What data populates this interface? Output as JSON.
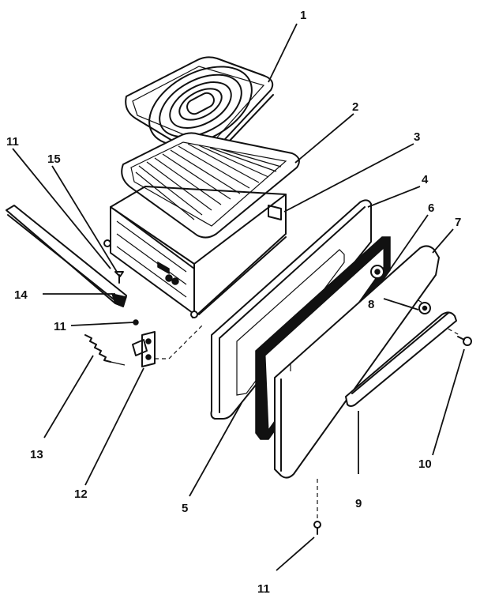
{
  "callouts": [
    {
      "key": "1",
      "label": "1"
    },
    {
      "key": "2",
      "label": "2"
    },
    {
      "key": "3",
      "label": "3"
    },
    {
      "key": "4",
      "label": "4"
    },
    {
      "key": "5",
      "label": "5"
    },
    {
      "key": "6",
      "label": "6"
    },
    {
      "key": "7",
      "label": "7"
    },
    {
      "key": "8",
      "label": "8"
    },
    {
      "key": "9",
      "label": "9"
    },
    {
      "key": "10",
      "label": "10"
    },
    {
      "key": "11a",
      "label": "11"
    },
    {
      "key": "11b",
      "label": "11"
    },
    {
      "key": "11c",
      "label": "11"
    },
    {
      "key": "12",
      "label": "12"
    },
    {
      "key": "13",
      "label": "13"
    },
    {
      "key": "14",
      "label": "14"
    },
    {
      "key": "15",
      "label": "15"
    }
  ]
}
